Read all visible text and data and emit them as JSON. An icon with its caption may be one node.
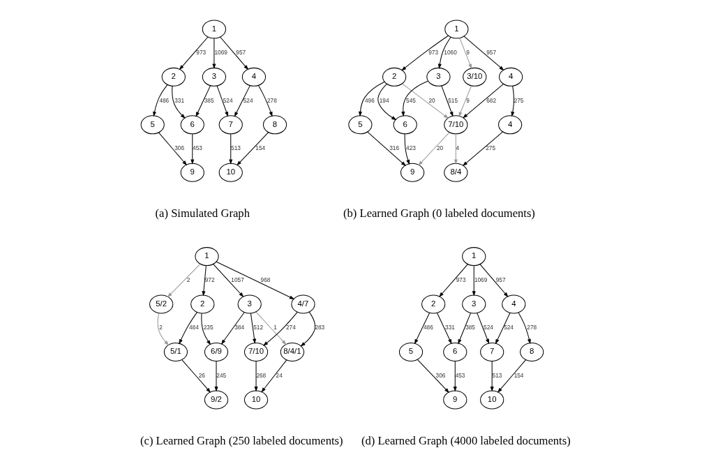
{
  "diagram": {
    "nodes": [
      {
        "text": [
          "1"
        ]
      },
      {
        "text": [
          "2"
        ]
      },
      {
        "text": [
          "3"
        ]
      },
      {
        "text": [
          "4"
        ]
      },
      {
        "text": [
          "5"
        ]
      },
      {
        "text": [
          "6"
        ]
      },
      {
        "text": [
          "7"
        ]
      },
      {
        "text": [
          "8"
        ]
      },
      {
        "text": [
          "9"
        ]
      },
      {
        "text": [
          "10"
        ]
      },
      {
        "text": [
          "1"
        ]
      },
      {
        "text": [
          "2"
        ]
      },
      {
        "text": [
          "3"
        ]
      },
      {
        "text": [
          "4"
        ]
      },
      {
        "text": [
          "3/10"
        ]
      },
      {
        "text": [
          "5"
        ]
      },
      {
        "text": [
          "6"
        ]
      },
      {
        "text": [
          "7/10"
        ]
      },
      {
        "text": [
          "4"
        ]
      },
      {
        "text": [
          "9"
        ]
      },
      {
        "text": [
          "8/4"
        ]
      },
      {
        "text": [
          "1"
        ]
      },
      {
        "text": [
          "5/2"
        ]
      },
      {
        "text": [
          "2"
        ]
      },
      {
        "text": [
          "3"
        ]
      },
      {
        "text": [
          "4/7"
        ]
      },
      {
        "text": [
          "5/1"
        ]
      },
      {
        "text": [
          "6/9"
        ]
      },
      {
        "text": [
          "7/10"
        ]
      },
      {
        "text": [
          "8/4/1"
        ]
      },
      {
        "text": [
          "9/2"
        ]
      },
      {
        "text": [
          "10"
        ]
      },
      {
        "text": [
          "1"
        ]
      },
      {
        "text": [
          "2"
        ]
      },
      {
        "text": [
          "3"
        ]
      },
      {
        "text": [
          "4"
        ]
      },
      {
        "text": [
          "5"
        ]
      },
      {
        "text": [
          "6"
        ]
      },
      {
        "text": [
          "7"
        ]
      },
      {
        "text": [
          "8"
        ]
      },
      {
        "text": [
          "9"
        ]
      },
      {
        "text": [
          "10"
        ]
      }
    ],
    "edges": [
      {
        "from": 0,
        "to": 1,
        "arrow": "to",
        "label": "973"
      },
      {
        "from": 0,
        "to": 2,
        "arrow": "to",
        "label": "1069"
      },
      {
        "from": 0,
        "to": 3,
        "arrow": "to",
        "label": "957"
      },
      {
        "from": 1,
        "to": 4,
        "arrow": "to",
        "label": "486"
      },
      {
        "from": 1,
        "to": 5,
        "arrow": "to",
        "label": "331"
      },
      {
        "from": 2,
        "to": 5,
        "arrow": "to",
        "label": "385"
      },
      {
        "from": 2,
        "to": 6,
        "arrow": "to",
        "label": "524"
      },
      {
        "from": 3,
        "to": 6,
        "arrow": "to",
        "label": "524"
      },
      {
        "from": 3,
        "to": 7,
        "arrow": "to",
        "label": "278"
      },
      {
        "from": 4,
        "to": 8,
        "arrow": "to",
        "label": "306"
      },
      {
        "from": 5,
        "to": 8,
        "arrow": "to",
        "label": "453"
      },
      {
        "from": 6,
        "to": 9,
        "arrow": "to",
        "label": "513"
      },
      {
        "from": 7,
        "to": 9,
        "arrow": "to",
        "label": "154"
      },
      {
        "from": 10,
        "to": 11,
        "arrow": "to",
        "label": "973"
      },
      {
        "from": 10,
        "to": 12,
        "arrow": "to",
        "label": "1060"
      },
      {
        "from": 10,
        "to": 13,
        "arrow": "to",
        "label": "957"
      },
      {
        "from": 10,
        "to": 14,
        "arrow": "to",
        "label": "9",
        "color": "#999999"
      },
      {
        "from": 11,
        "to": 15,
        "arrow": "to",
        "label": "496"
      },
      {
        "from": 11,
        "to": 16,
        "arrow": "to",
        "label": "194"
      },
      {
        "from": 11,
        "to": 17,
        "arrow": "to",
        "label": "20",
        "color": "#999999"
      },
      {
        "from": 12,
        "to": 16,
        "arrow": "to",
        "label": "545"
      },
      {
        "from": 12,
        "to": 17,
        "arrow": "to",
        "label": "515"
      },
      {
        "from": 13,
        "to": 17,
        "arrow": "to",
        "label": "682"
      },
      {
        "from": 13,
        "to": 18,
        "arrow": "to",
        "label": "275"
      },
      {
        "from": 14,
        "to": 17,
        "arrow": "to",
        "label": "9",
        "color": "#999999"
      },
      {
        "from": 15,
        "to": 19,
        "arrow": "to",
        "label": "316"
      },
      {
        "from": 16,
        "to": 19,
        "arrow": "to",
        "label": "423"
      },
      {
        "from": 17,
        "to": 19,
        "arrow": "to",
        "label": "20",
        "color": "#999999"
      },
      {
        "from": 17,
        "to": 20,
        "arrow": "to",
        "label": "4",
        "color": "#999999"
      },
      {
        "from": 18,
        "to": 20,
        "arrow": "to",
        "label": "275"
      },
      {
        "from": 21,
        "to": 22,
        "arrow": "to",
        "label": "2",
        "color": "#999999"
      },
      {
        "from": 21,
        "to": 23,
        "arrow": "to",
        "label": "972"
      },
      {
        "from": 21,
        "to": 24,
        "arrow": "to",
        "label": "1057"
      },
      {
        "from": 21,
        "to": 25,
        "arrow": "to",
        "label": "968"
      },
      {
        "from": 22,
        "to": 26,
        "arrow": "to",
        "label": "2",
        "color": "#999999"
      },
      {
        "from": 23,
        "to": 26,
        "arrow": "to",
        "label": "484"
      },
      {
        "from": 23,
        "to": 27,
        "arrow": "to",
        "label": "235"
      },
      {
        "from": 24,
        "to": 27,
        "arrow": "to",
        "label": "384"
      },
      {
        "from": 24,
        "to": 28,
        "arrow": "to",
        "label": "512"
      },
      {
        "from": 24,
        "to": 29,
        "arrow": "to",
        "label": "1",
        "color": "#999999"
      },
      {
        "from": 25,
        "to": 28,
        "arrow": "to",
        "label": "274"
      },
      {
        "from": 25,
        "to": 29,
        "arrow": "to",
        "label": "283"
      },
      {
        "from": 26,
        "to": 30,
        "arrow": "to",
        "label": "26"
      },
      {
        "from": 27,
        "to": 30,
        "arrow": "to",
        "label": "245"
      },
      {
        "from": 28,
        "to": 31,
        "arrow": "to",
        "label": "268"
      },
      {
        "from": 29,
        "to": 31,
        "arrow": "to",
        "label": "24"
      },
      {
        "from": 32,
        "to": 33,
        "arrow": "to",
        "label": "973"
      },
      {
        "from": 32,
        "to": 34,
        "arrow": "to",
        "label": "1069"
      },
      {
        "from": 32,
        "to": 35,
        "arrow": "to",
        "label": "957"
      },
      {
        "from": 33,
        "to": 36,
        "arrow": "to",
        "label": "486"
      },
      {
        "from": 33,
        "to": 37,
        "arrow": "to",
        "label": "331"
      },
      {
        "from": 34,
        "to": 37,
        "arrow": "to",
        "label": "385"
      },
      {
        "from": 34,
        "to": 38,
        "arrow": "to",
        "label": "524"
      },
      {
        "from": 35,
        "to": 38,
        "arrow": "to",
        "label": "524"
      },
      {
        "from": 35,
        "to": 39,
        "arrow": "to",
        "label": "278"
      },
      {
        "from": 36,
        "to": 40,
        "arrow": "to",
        "label": "306"
      },
      {
        "from": 37,
        "to": 40,
        "arrow": "to",
        "label": "453"
      },
      {
        "from": 38,
        "to": 41,
        "arrow": "to",
        "label": "513"
      },
      {
        "from": 39,
        "to": 41,
        "arrow": "to",
        "label": "154"
      }
    ],
    "labels": [
      "(a) Simulated Graph",
      "(b) Learned Graph (0 labeled documents)",
      "(c) Learned Graph (250 labeled documents)",
      "(d) Learned Graph (4000 labeled documents)"
    ]
  }
}
